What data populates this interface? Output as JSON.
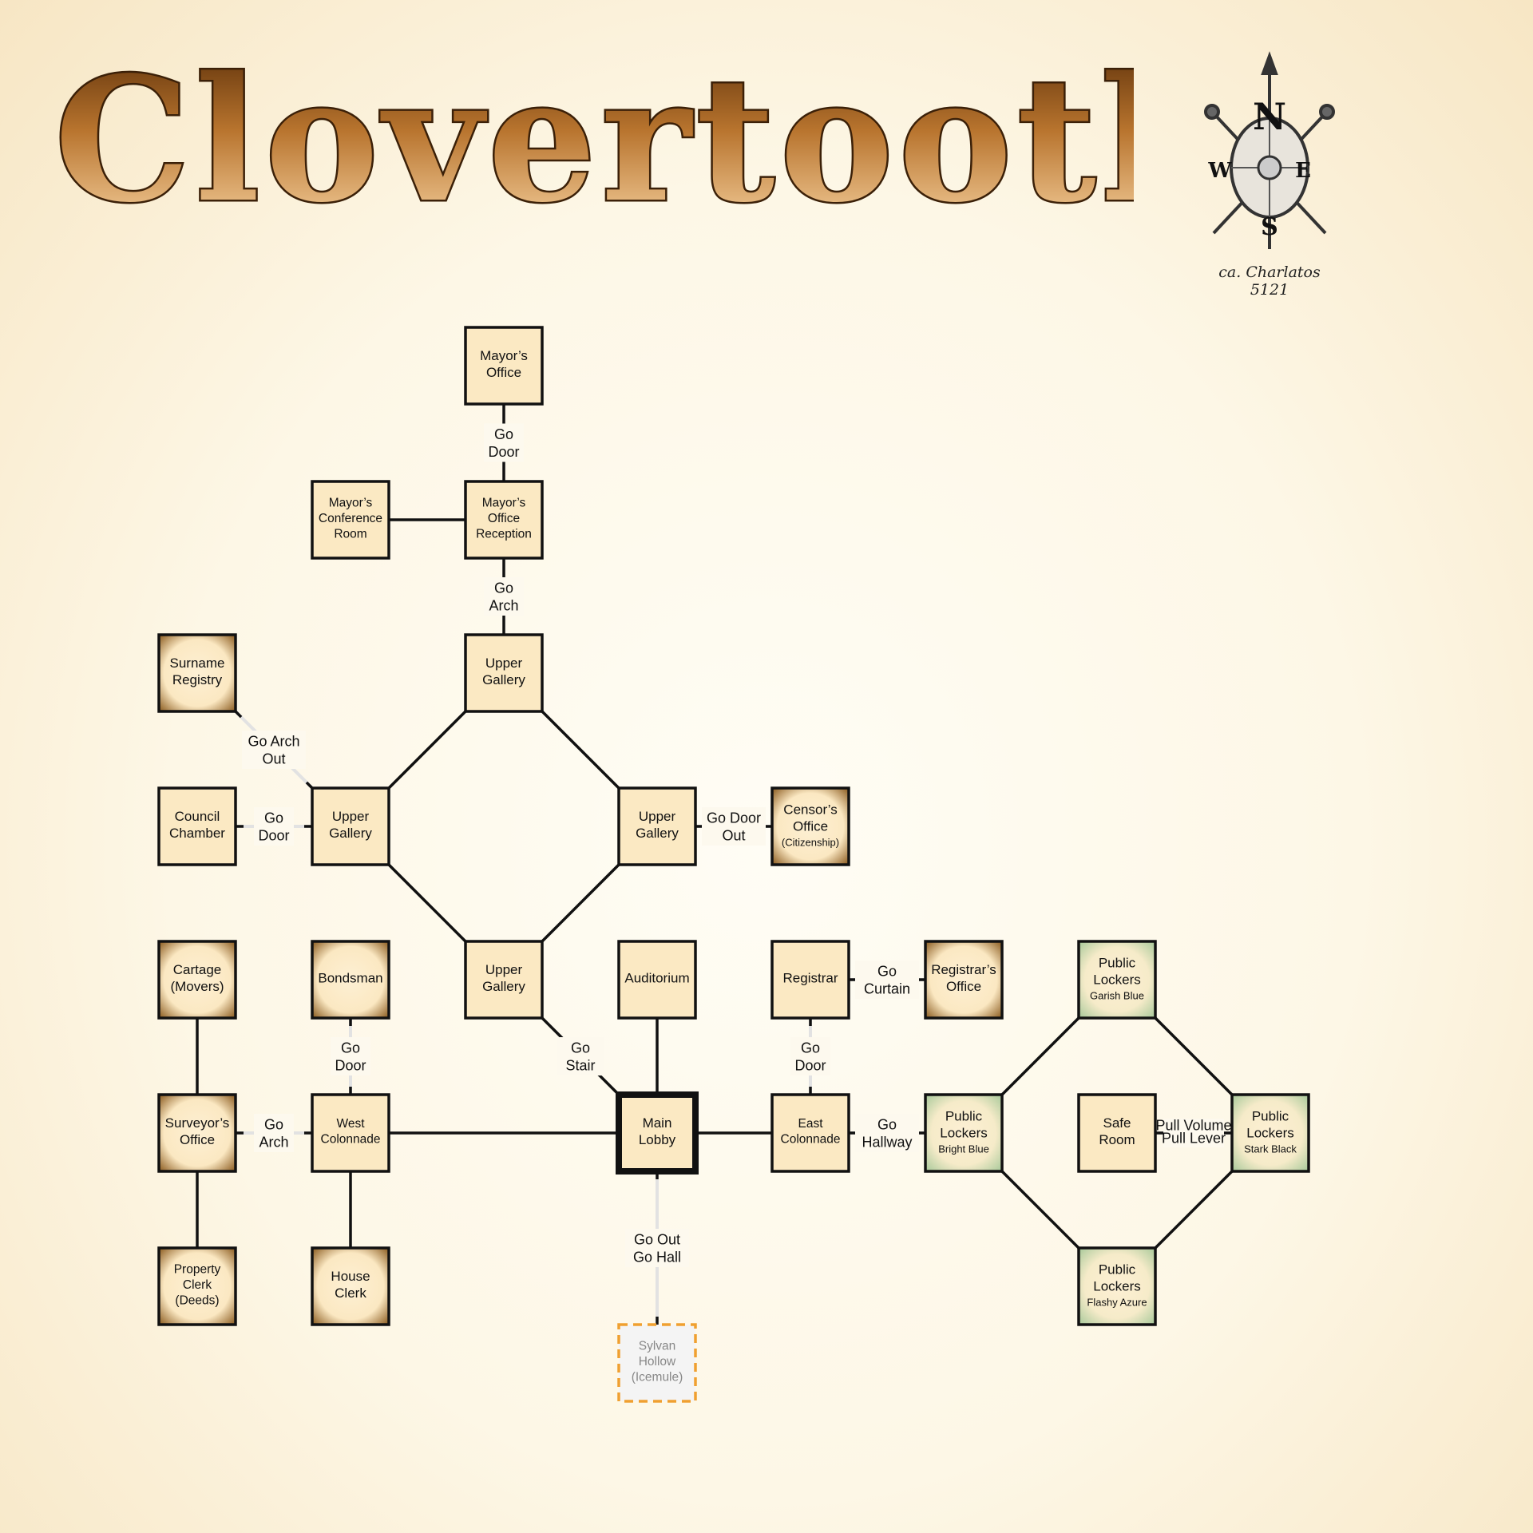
{
  "header": {
    "title": "Clovertooth Hall",
    "compass": {
      "north": "N",
      "south": "S",
      "east": "E",
      "west": "W",
      "caption": "ca. Charlatos 5121"
    }
  },
  "colors": {
    "room_tan": "#fbe9c3",
    "room_gradient_edge": "#8a5a1e",
    "room_green_edge": "#a8c99a",
    "exit_border": "#f0a030",
    "line": "#111111"
  },
  "rooms": {
    "mayors_office": {
      "lines": [
        "Mayor’s",
        "Office"
      ]
    },
    "mayors_reception": {
      "lines": [
        "Mayor’s",
        "Office",
        "Reception"
      ]
    },
    "mayors_conference": {
      "lines": [
        "Mayor’s",
        "Conference",
        "Room"
      ]
    },
    "upper_gallery_n": {
      "lines": [
        "Upper",
        "Gallery"
      ]
    },
    "surname_registry": {
      "lines": [
        "Surname",
        "Registry"
      ]
    },
    "council_chamber": {
      "lines": [
        "Council",
        "Chamber"
      ]
    },
    "upper_gallery_w": {
      "lines": [
        "Upper",
        "Gallery"
      ]
    },
    "upper_gallery_e": {
      "lines": [
        "Upper",
        "Gallery"
      ]
    },
    "censors_office": {
      "lines": [
        "Censor’s",
        "Office"
      ],
      "sub": "(Citizenship)"
    },
    "upper_gallery_s": {
      "lines": [
        "Upper",
        "Gallery"
      ]
    },
    "cartage": {
      "lines": [
        "Cartage",
        "(Movers)"
      ]
    },
    "bondsman": {
      "lines": [
        "Bondsman"
      ]
    },
    "auditorium": {
      "lines": [
        "Auditorium"
      ]
    },
    "registrar": {
      "lines": [
        "Registrar"
      ]
    },
    "registrars_office": {
      "lines": [
        "Registrar’s",
        "Office"
      ]
    },
    "lockers_garish": {
      "lines": [
        "Public",
        "Lockers"
      ],
      "sub": "Garish Blue"
    },
    "surveyors_office": {
      "lines": [
        "Surveyor’s",
        "Office"
      ]
    },
    "west_colonnade": {
      "lines": [
        "West",
        "Colonnade"
      ]
    },
    "main_lobby": {
      "lines": [
        "Main",
        "Lobby"
      ]
    },
    "east_colonnade": {
      "lines": [
        "East",
        "Colonnade"
      ]
    },
    "lockers_bright": {
      "lines": [
        "Public",
        "Lockers"
      ],
      "sub": "Bright Blue"
    },
    "safe_room": {
      "lines": [
        "Safe",
        "Room"
      ]
    },
    "lockers_stark": {
      "lines": [
        "Public",
        "Lockers"
      ],
      "sub": "Stark Black"
    },
    "property_clerk": {
      "lines": [
        "Property",
        "Clerk",
        "(Deeds)"
      ]
    },
    "house_clerk": {
      "lines": [
        "House",
        "Clerk"
      ]
    },
    "lockers_flashy": {
      "lines": [
        "Public",
        "Lockers"
      ],
      "sub": "Flashy Azure"
    },
    "sylvan_hollow": {
      "lines": [
        "Sylvan",
        "Hollow",
        "(Icemule)"
      ]
    }
  },
  "edge_labels": {
    "go_door_mayor": [
      "Go",
      "Door"
    ],
    "go_arch_gallery": [
      "Go",
      "Arch"
    ],
    "go_arch_out": [
      "Go Arch",
      "Out"
    ],
    "go_door_council": [
      "Go",
      "Door"
    ],
    "go_door_out_censor": [
      "Go Door",
      "Out"
    ],
    "go_curtain": [
      "Go",
      "Curtain"
    ],
    "go_door_bondsman": [
      "Go",
      "Door"
    ],
    "go_stair": [
      "Go",
      "Stair"
    ],
    "go_door_registrar": [
      "Go",
      "Door"
    ],
    "go_arch_surveyor": [
      "Go",
      "Arch"
    ],
    "go_hallway": [
      "Go",
      "Hallway"
    ],
    "pull_volume_lever": [
      "Pull Volume",
      "Pull Lever"
    ],
    "go_out_hall": [
      "Go Out",
      "Go Hall"
    ]
  }
}
